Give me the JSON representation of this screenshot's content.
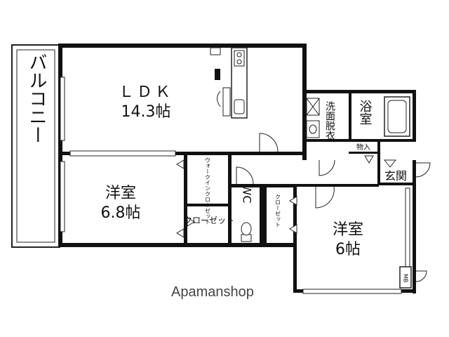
{
  "floorplan": {
    "balcony": "バルコニー",
    "ldk": {
      "name": "ＬＤＫ",
      "size": "14.3帖"
    },
    "bedroom1": {
      "name": "洋室",
      "size": "6.8帖"
    },
    "bedroom2": {
      "name": "洋室",
      "size": "6帖"
    },
    "walk_in_closet": "ウォークインクローゼット",
    "closet1": "クローゼット",
    "closet2": "クローゼット",
    "wc": "WC",
    "washroom": "洗面脱衣",
    "bath": "浴室",
    "storage": "物入",
    "entrance": "玄関",
    "mb": "MB"
  },
  "watermark": "Apamanshop"
}
